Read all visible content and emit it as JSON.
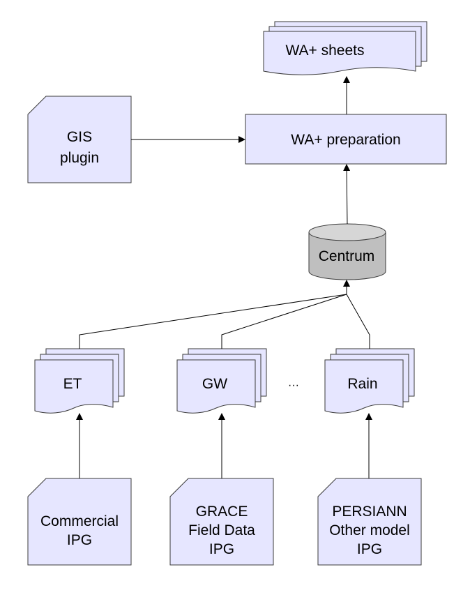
{
  "nodes": {
    "wa_sheets": "WA+ sheets",
    "wa_prep": "WA+ preparation",
    "gis_line1": "GIS",
    "gis_line2": "plugin",
    "centrum": "Centrum",
    "et": "ET",
    "gw": "GW",
    "ellipsis": "···",
    "rain": "Rain",
    "commercial_line1": "Commercial",
    "commercial_line2": "IPG",
    "grace_line1": "GRACE",
    "grace_line2": "Field Data",
    "grace_line3": "IPG",
    "persiann_line1": "PERSIANN",
    "persiann_line2": "Other model",
    "persiann_line3": "IPG"
  },
  "colors": {
    "node_fill": "#e6e6ff",
    "database_fill": "#bfbfbf",
    "edge": "#000000"
  }
}
